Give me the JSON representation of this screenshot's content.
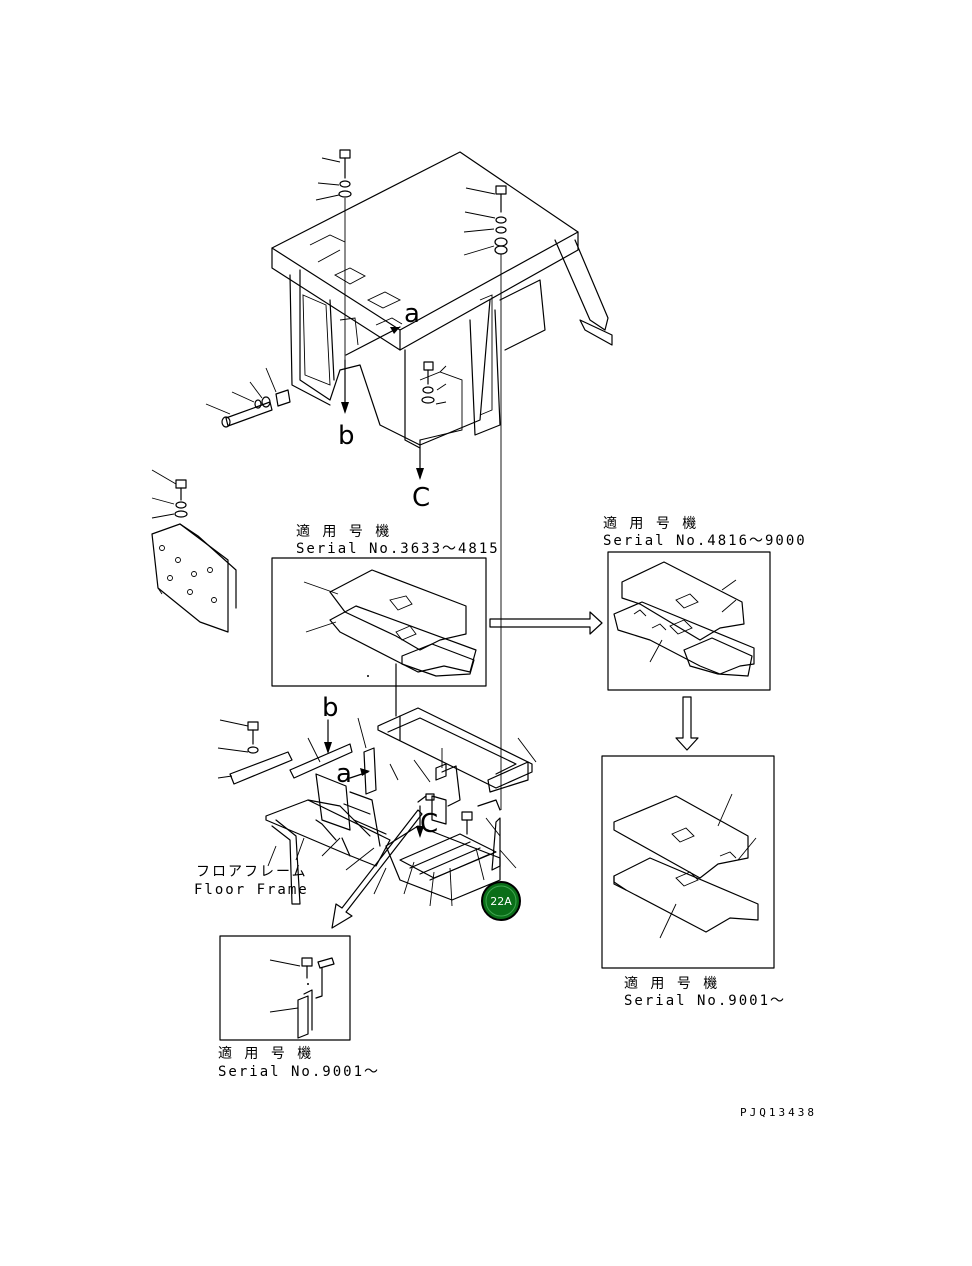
{
  "callouts": {
    "a_top": "a",
    "b_top": "b",
    "c_top": "C",
    "b_lower": "b",
    "a_lower": "a",
    "c_lower": "C"
  },
  "notes": {
    "applicable_label": "適 用 号 機",
    "serial_3633": "Serial No.3633～4815",
    "serial_4816": "Serial No.4816～9000",
    "serial_9001_right": "Serial No.9001～",
    "serial_9001_left": "Serial No.9001～"
  },
  "floor_frame": {
    "label_jp": "フロアフレーム",
    "label_en": "Floor Frame"
  },
  "badge": {
    "label": "22A",
    "color": "#0a6e18",
    "ring_color": "#000000"
  },
  "drawing_code": "PJQ13438"
}
